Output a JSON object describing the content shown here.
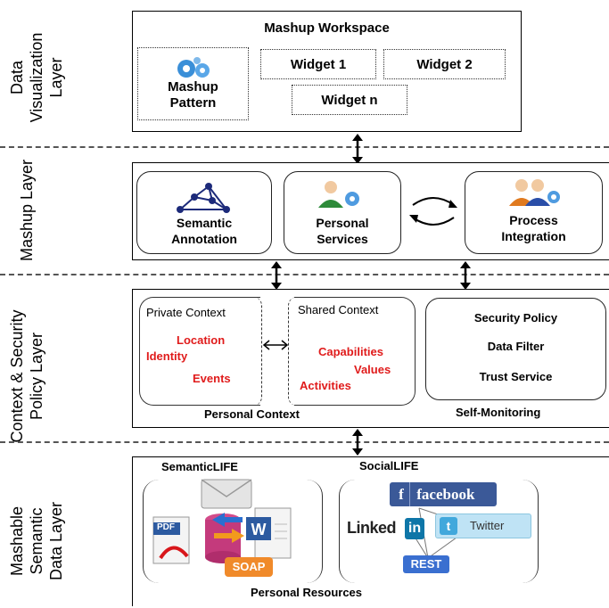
{
  "layers": {
    "visualization": "Data Visualization\nLayer",
    "mashup": "Mashup Layer",
    "context": "Context &  Security\nPolicy Layer",
    "data": "Mashable Semantic\nData Layer"
  },
  "workspace": {
    "title": "Mashup Workspace",
    "pattern": "Mashup\nPattern",
    "widget1": "Widget 1",
    "widget2": "Widget 2",
    "widgetn": "Widget n"
  },
  "mashup": {
    "semantic": "Semantic\nAnnotation",
    "personal": "Personal\nServices",
    "process": "Process\nIntegration"
  },
  "context": {
    "private": "Private Context",
    "shared": "Shared Context",
    "location": "Location",
    "identity": "Identity",
    "events": "Events",
    "capabilities": "Capabilities",
    "values": "Values",
    "activities": "Activities",
    "personal_context": "Personal Context",
    "security_policy": "Security Policy",
    "data_filter": "Data Filter",
    "trust_service": "Trust Service",
    "self_monitoring": "Self-Monitoring"
  },
  "data": {
    "semanticlife": "SemanticLIFE",
    "sociallife": "SocialLIFE",
    "pdf": "PDF",
    "soap": "SOAP",
    "facebook": "facebook",
    "linked": "Linked",
    "in": "in",
    "twitter": "Twitter",
    "rest": "REST",
    "personal_resources": "Personal Resources"
  },
  "colors": {
    "accent_red": "#e01b1b",
    "facebook_blue": "#3b5998",
    "linkedin_blue": "#0e76a8",
    "twitter_bg": "#bfe3f5"
  }
}
